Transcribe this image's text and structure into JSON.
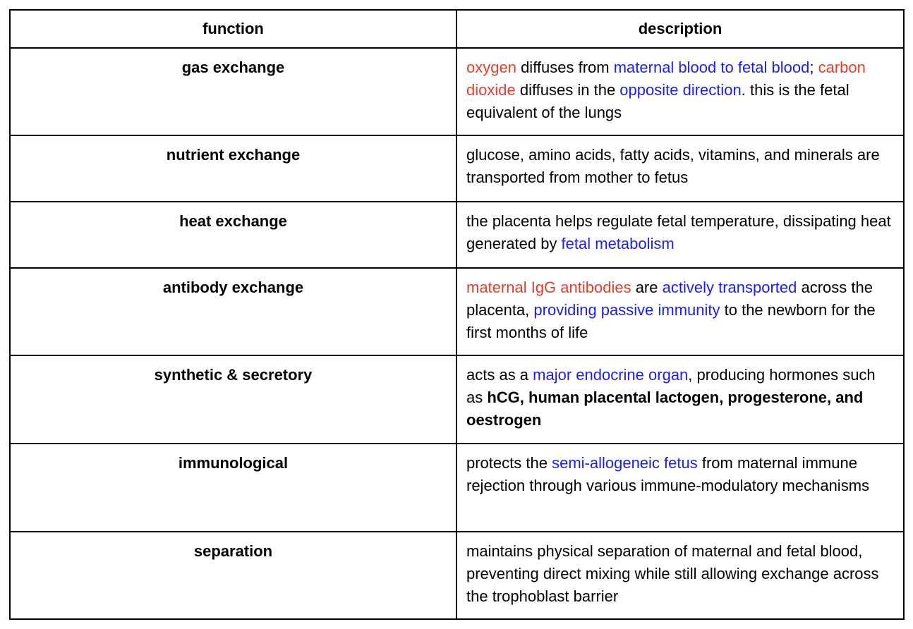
{
  "colors": {
    "red": "#e63c2d",
    "blue": "#1b1ef0",
    "black": "#000000",
    "border": "#000000"
  },
  "table": {
    "columns": [
      {
        "label": "function"
      },
      {
        "label": "description"
      }
    ],
    "rows": [
      {
        "function": "gas exchange",
        "description": [
          {
            "text": "oxygen",
            "color": "red"
          },
          {
            "text": " diffuses from "
          },
          {
            "text": "maternal blood to fetal blood",
            "color": "blue"
          },
          {
            "text": "; "
          },
          {
            "text": "carbon dioxide",
            "color": "red"
          },
          {
            "text": " diffuses in the "
          },
          {
            "text": "opposite direction",
            "color": "blue"
          },
          {
            "text": ". this is the fetal equivalent of the lungs"
          }
        ]
      },
      {
        "function": "nutrient exchange",
        "description": [
          {
            "text": "glucose, amino acids, fatty acids, vitamins, and minerals are transported from mother to fetus"
          }
        ]
      },
      {
        "function": "heat exchange",
        "description": [
          {
            "text": "the placenta helps regulate fetal temperature, dissipating heat generated by "
          },
          {
            "text": "fetal metabolism",
            "color": "blue"
          }
        ]
      },
      {
        "function": "antibody exchange",
        "description": [
          {
            "text": "maternal IgG antibodies",
            "color": "red"
          },
          {
            "text": " are "
          },
          {
            "text": "actively transported",
            "color": "blue"
          },
          {
            "text": " across the placenta, "
          },
          {
            "text": "providing passive immunity",
            "color": "blue"
          },
          {
            "text": " to the newborn for the first months of life"
          }
        ]
      },
      {
        "function": "synthetic & secretory",
        "description": [
          {
            "text": "acts as a "
          },
          {
            "text": "major endocrine organ",
            "color": "blue"
          },
          {
            "text": ", producing hormones such as "
          },
          {
            "text": "hCG, human placental lactogen, progesterone, and oestrogen",
            "bold": true
          }
        ]
      },
      {
        "function": "immunological",
        "description": [
          {
            "text": "protects the "
          },
          {
            "text": "semi-allogeneic fetus",
            "color": "blue"
          },
          {
            "text": " from maternal immune rejection through various immune-modulatory mechanisms"
          }
        ]
      },
      {
        "function": "separation",
        "description": [
          {
            "text": "maintains physical separation of maternal and fetal blood, preventing direct mixing while still allowing exchange across the trophoblast barrier"
          }
        ]
      }
    ]
  }
}
